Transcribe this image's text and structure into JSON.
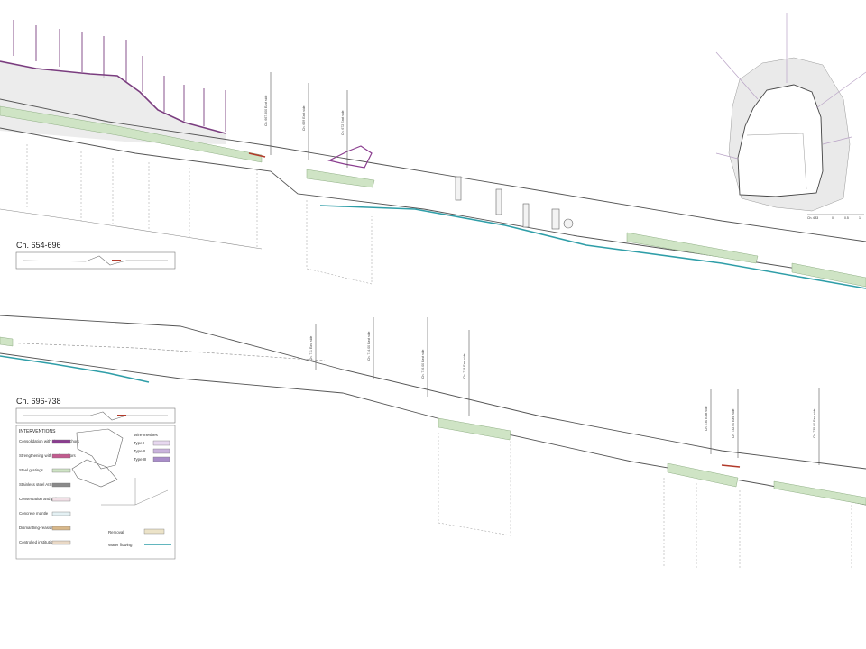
{
  "sections": [
    {
      "label": "Ch. 654-696"
    },
    {
      "label": "Ch. 696-738"
    }
  ],
  "chainage_marks_top": [
    "Ch. 667.500 East side",
    "Ch. 669 East side",
    "Ch. 672 East side"
  ],
  "chainage_marks_bottom": [
    "Ch. 711 East side",
    "Ch. 714.00 East side",
    "Ch. 716.00 East side",
    "Ch. 719 East side",
    "Ch. 730 East side",
    "Ch. 732.00 East side",
    "Ch. 735.00 East side"
  ],
  "legend": {
    "title": "INTERVENTIONS",
    "items": [
      {
        "label": "Consolidation with pins or anchors",
        "color": "#8a3d8f"
      },
      {
        "label": "Strengthening with rock anchors",
        "color": "#c25b8f"
      },
      {
        "label": "Steel gratings",
        "color": "#cfe4c5"
      },
      {
        "label": "Stainless steel AISI316",
        "color": "#8a8a8a"
      },
      {
        "label": "Conservation and pointing",
        "color": "#f1e0e6"
      },
      {
        "label": "Concrete mantle",
        "color": "#e4f1f4"
      },
      {
        "label": "Dismantling-reassemblage",
        "color": "#d8b88a"
      },
      {
        "label": "Controlled institution",
        "color": "#ead9c6"
      }
    ],
    "meshes_title": "Wire meshes",
    "meshes": [
      {
        "label": "Type I",
        "color": "#e7d8ef"
      },
      {
        "label": "Type II",
        "color": "#c9b3dc"
      },
      {
        "label": "Type III",
        "color": "#a98dc9"
      }
    ],
    "extra": [
      {
        "label": "Removal",
        "color": "#ece3c8"
      },
      {
        "label": "Water flowing",
        "color": "#2f9ea8"
      }
    ]
  },
  "cross_section": {
    "scale_label": "Ch. 683",
    "scale_ticks": [
      "0",
      "0.5",
      "1"
    ]
  },
  "colors": {
    "line": "#555555",
    "water": "#2f9ea8",
    "grating": "#cfe4c5",
    "consolidation": "#8a3d8f",
    "red_mark": "#b23a2a"
  }
}
